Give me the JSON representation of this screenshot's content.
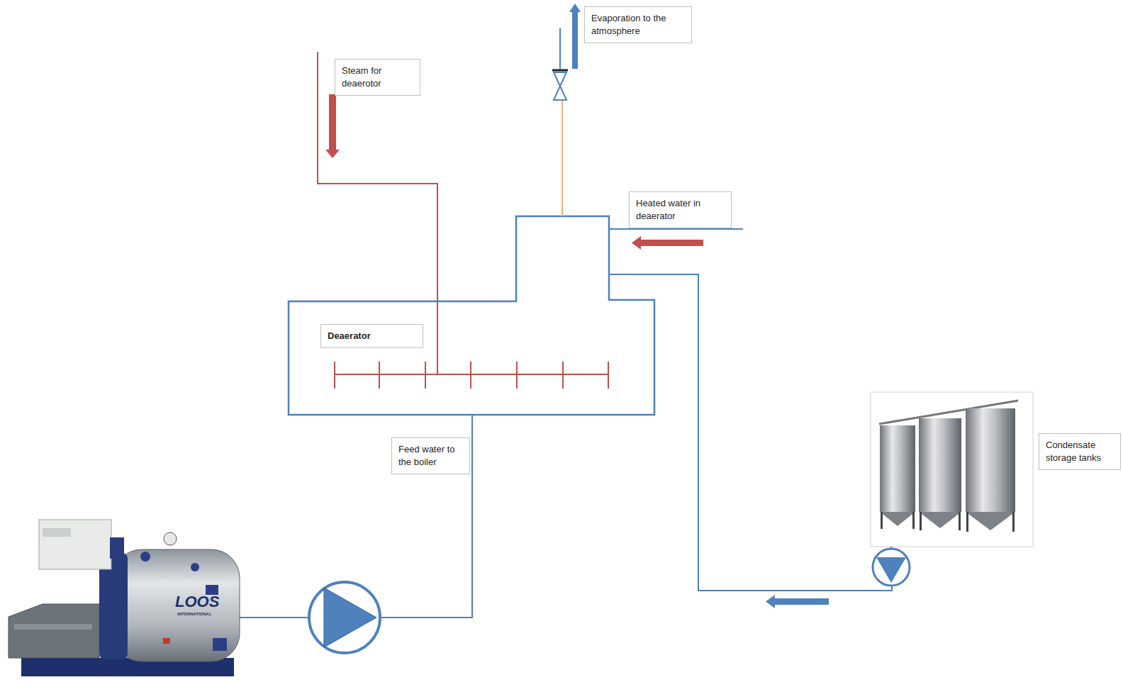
{
  "diagram": {
    "nodes": [
      {
        "text": [
          "Evaporation to the atmosphere"
        ]
      },
      {
        "text": [
          "Steam for deaerotor"
        ]
      },
      {
        "text": [
          "Heated water in deaerator"
        ]
      },
      {
        "text": [
          "Deaerator"
        ]
      },
      {
        "text": [
          "Feed water to the boiler"
        ]
      },
      {
        "text": [
          "Condensate storage tanks"
        ]
      }
    ],
    "labels": [
      "LOOS",
      "INTERNATIONAL"
    ]
  }
}
